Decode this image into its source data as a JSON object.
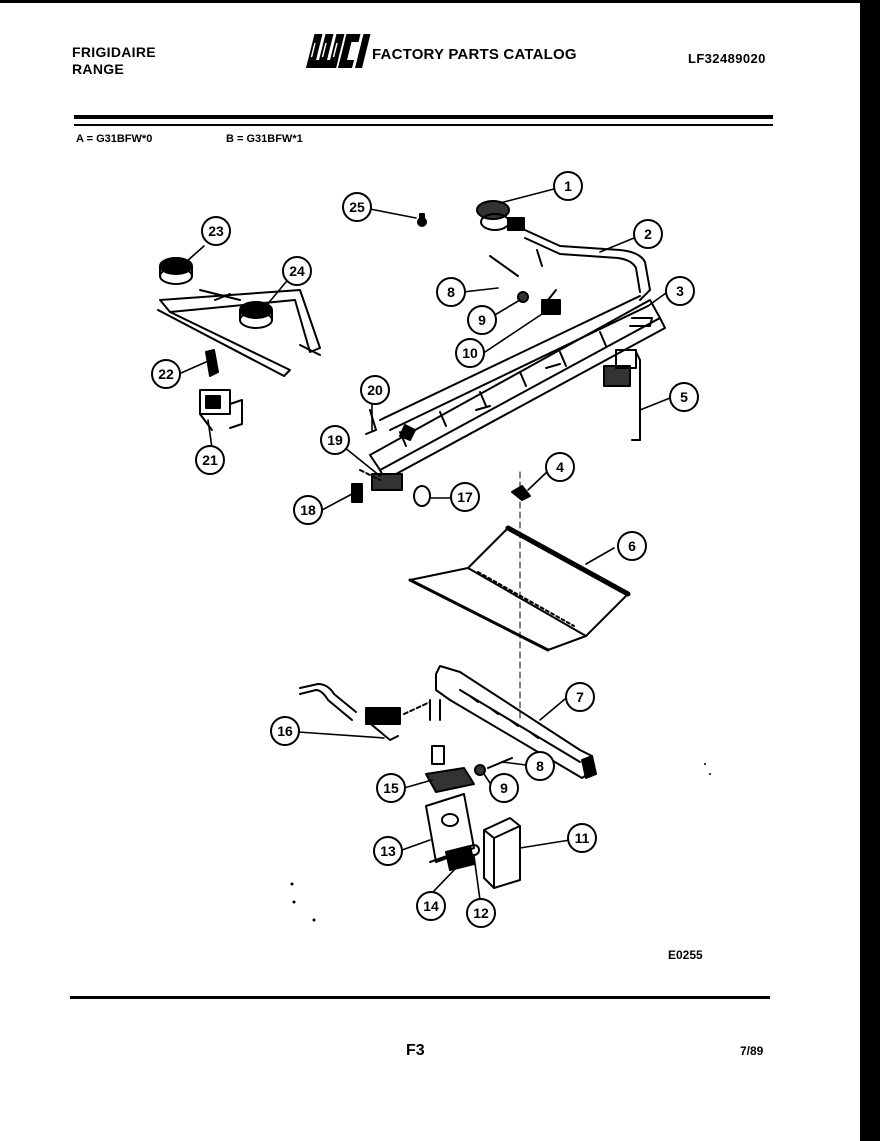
{
  "header": {
    "brand_line1": "FRIGIDAIRE",
    "brand_line2": "RANGE",
    "logo_text": "WCI",
    "catalog_title": "FACTORY PARTS CATALOG",
    "catalog_number": "LF32489020"
  },
  "models": {
    "a": "A = G31BFW*0",
    "b": "B = G31BFW*1"
  },
  "callouts": [
    "1",
    "2",
    "3",
    "4",
    "5",
    "6",
    "7",
    "8",
    "9",
    "10",
    "11",
    "12",
    "13",
    "14",
    "15",
    "16",
    "17",
    "18",
    "19",
    "20",
    "21",
    "22",
    "23",
    "24",
    "25",
    "8",
    "9"
  ],
  "footer": {
    "drawing_number": "E0255",
    "page_code": "F3",
    "date": "7/89"
  }
}
